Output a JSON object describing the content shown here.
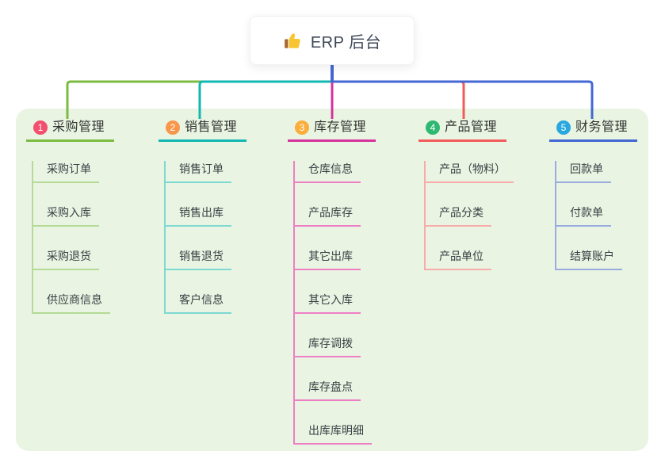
{
  "root": {
    "label": "ERP 后台",
    "icon": "thumbs-up-icon",
    "connector_color": "#4766D4",
    "icon_colors": {
      "hand": "#F7C531",
      "cuff": "#A9672E"
    }
  },
  "panel": {
    "background": "#E9F5E2"
  },
  "branches": [
    {
      "number": "1",
      "label": "采购管理",
      "badge_color": "#F2506E",
      "line_color": "#7CBB41",
      "child_line_color": "#B4DA96",
      "children": [
        "采购订单",
        "采购入库",
        "采购退货",
        "供应商信息"
      ]
    },
    {
      "number": "2",
      "label": "销售管理",
      "badge_color": "#F8964B",
      "line_color": "#12B7B1",
      "child_line_color": "#7ED9D3",
      "children": [
        "销售订单",
        "销售出库",
        "销售退货",
        "客户信息"
      ]
    },
    {
      "number": "3",
      "label": "库存管理",
      "badge_color": "#FBAE3C",
      "line_color": "#D5339D",
      "child_line_color": "#EE7FC4",
      "children": [
        "仓库信息",
        "产品库存",
        "其它出库",
        "其它入库",
        "库存调拨",
        "库存盘点",
        "出库库明细"
      ]
    },
    {
      "number": "4",
      "label": "产品管理",
      "badge_color": "#2EB872",
      "line_color": "#F25B5B",
      "child_line_color": "#F8ABAB",
      "children": [
        "产品（物料）",
        "产品分类",
        "产品单位"
      ]
    },
    {
      "number": "5",
      "label": "财务管理",
      "badge_color": "#29A8E0",
      "line_color": "#4467D3",
      "child_line_color": "#9AABDF",
      "children": [
        "回款单",
        "付款单",
        "结算账户"
      ]
    }
  ]
}
